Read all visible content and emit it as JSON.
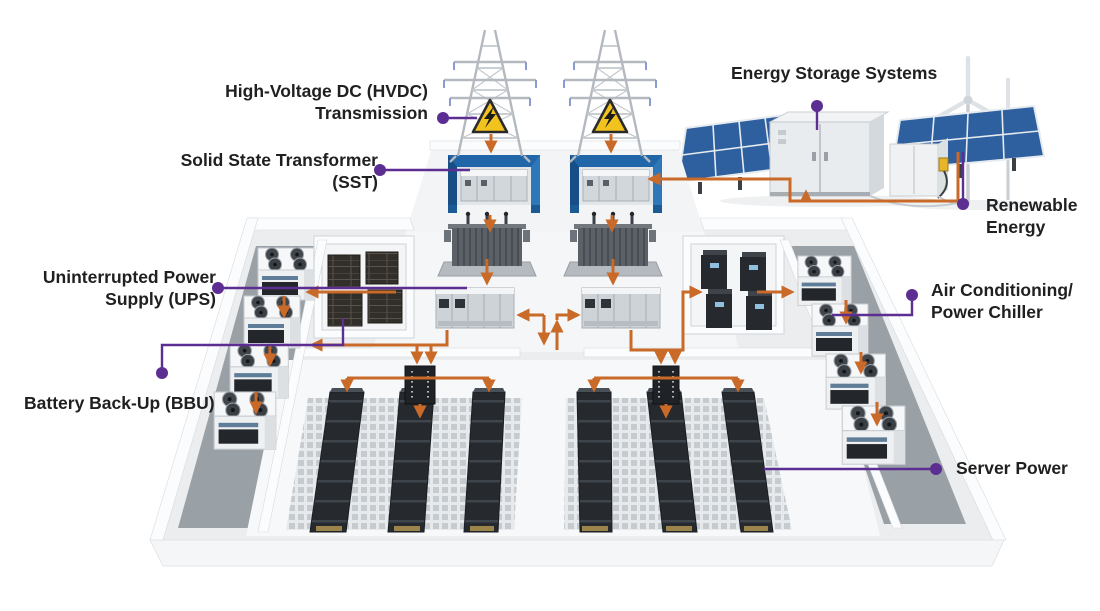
{
  "colors": {
    "accent_purple": "#5c2e91",
    "flow_orange": "#c96a28",
    "label_text": "#202020",
    "sst_blue": "#2166a8",
    "warning_yellow": "#f2c21e",
    "solar_blue": "#2e5f9f"
  },
  "labels": {
    "hvdc": {
      "line1": "High-Voltage DC (HVDC)",
      "line2": "Transmission"
    },
    "sst": {
      "line1": "Solid State Transformer",
      "line2": "(SST)"
    },
    "ups": {
      "line1": "Uninterrupted Power",
      "line2": "Supply (UPS)"
    },
    "bbu": {
      "line1": "Battery Back-Up (BBU)"
    },
    "ess": {
      "line1": "Energy Storage Systems"
    },
    "renewable": {
      "line1": "Renewable",
      "line2": "Energy"
    },
    "ac": {
      "line1": "Air Conditioning/",
      "line2": "Power Chiller"
    },
    "server_power": {
      "line1": "Server Power"
    }
  }
}
